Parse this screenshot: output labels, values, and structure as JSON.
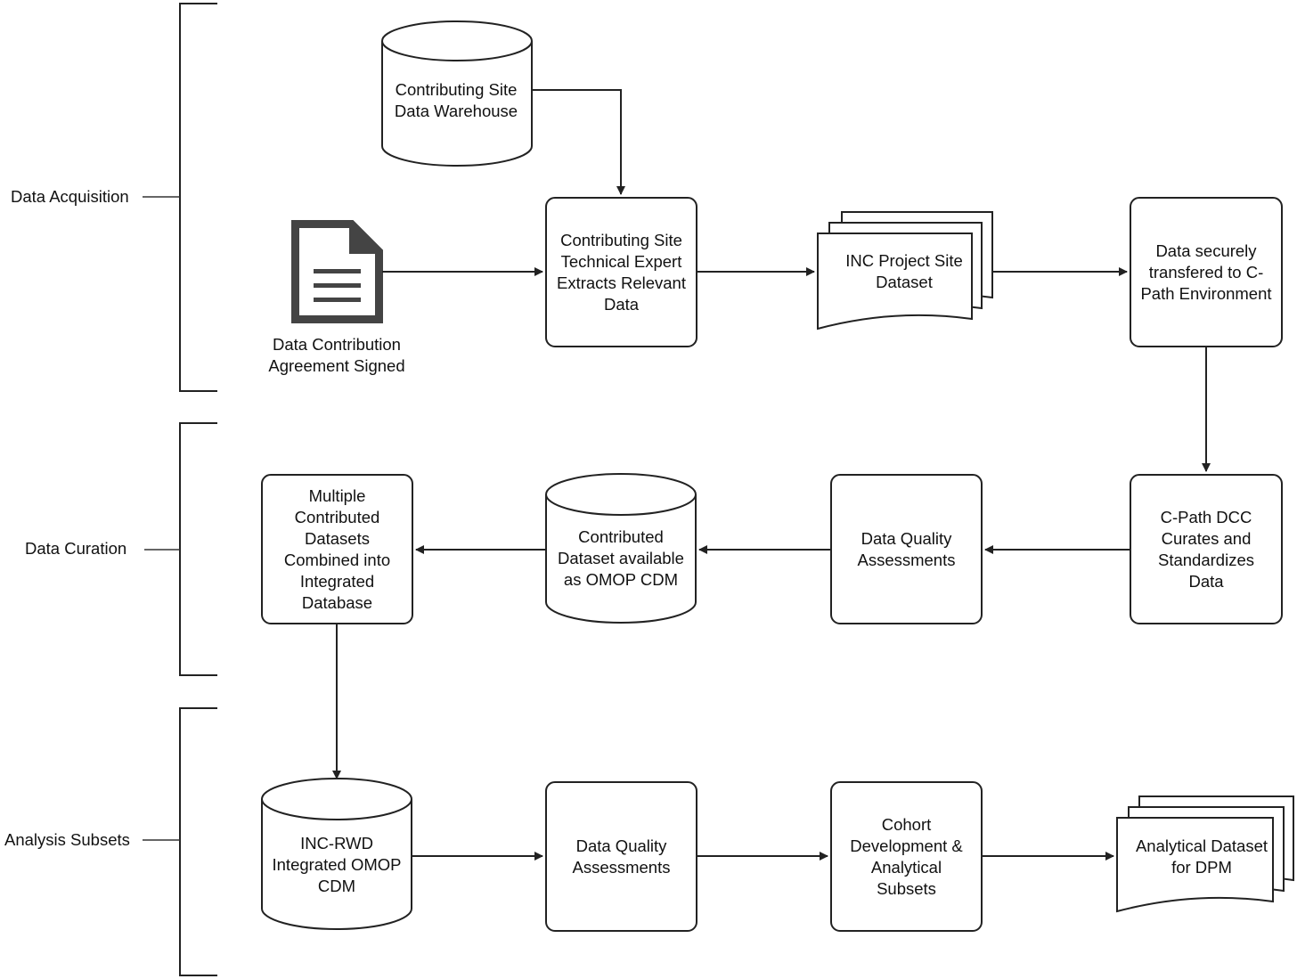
{
  "phases": {
    "acquisition": "Data Acquisition",
    "curation": "Data Curation",
    "analysis": "Analysis Subsets"
  },
  "nodes": {
    "warehouse": "Contributing Site Data Warehouse",
    "agreement": "Data Contribution Agreement Signed",
    "extract": "Contributing Site Technical Expert Extracts Relevant Data",
    "site_dataset": "INC Project Site Dataset",
    "transfer": "Data securely transfered to C-Path Environment",
    "curate": "C-Path DCC Curates and Standardizes Data",
    "dqa_1": "Data Quality Assessments",
    "omop_contrib": "Contributed Dataset available as OMOP CDM",
    "combine": "Multiple Contributed Datasets Combined into Integrated Database",
    "inc_rwd": "INC-RWD Integrated OMOP CDM",
    "dqa_2": "Data Quality Assessments",
    "cohort": "Cohort Development & Analytical Subsets",
    "analytical": "Analytical Dataset for DPM"
  },
  "icons": {
    "agreement": "document-icon",
    "cylinder": "database-icon",
    "multidoc": "multi-document-icon"
  },
  "colors": {
    "stroke": "#222222",
    "document_icon": "#444444",
    "background": "#ffffff"
  }
}
